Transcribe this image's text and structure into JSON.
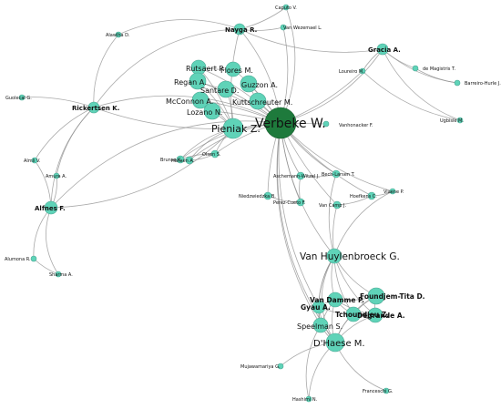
{
  "colors": {
    "background": "#ffffff",
    "edge": "#8c8c8c",
    "node_default": "#5fd3b8",
    "node_hub": "#1e7a3c",
    "node_stroke": "#4aa894"
  },
  "nodes": [
    {
      "id": "verbeke",
      "label": "Verbeke W.",
      "hub": true
    },
    {
      "id": "pieniak",
      "label": "Pieniak Z."
    },
    {
      "id": "vanhuylenbroeck",
      "label": "Van Huylenbroeck G."
    },
    {
      "id": "dhaese",
      "label": "D'Haese M."
    },
    {
      "id": "nayga",
      "label": "Nayga R."
    },
    {
      "id": "gracia",
      "label": "Gracia A."
    },
    {
      "id": "rickertsen",
      "label": "Rickertsen K."
    },
    {
      "id": "alfnes",
      "label": "Alfnes F."
    },
    {
      "id": "rutsaert",
      "label": "Rutsaert P."
    },
    {
      "id": "fores",
      "label": "Flores M."
    },
    {
      "id": "regan",
      "label": "Regan A."
    },
    {
      "id": "guzzon",
      "label": "Guzzon A."
    },
    {
      "id": "santare",
      "label": "Santare D."
    },
    {
      "id": "mcconnon",
      "label": "McConnon A."
    },
    {
      "id": "kuttschreuter",
      "label": "Kuttschreuter M."
    },
    {
      "id": "lozano",
      "label": "Lozano N."
    },
    {
      "id": "vandamme",
      "label": "Van Damme P."
    },
    {
      "id": "foundjem",
      "label": "Foundjem-Tita D."
    },
    {
      "id": "gyau",
      "label": "Gyau A."
    },
    {
      "id": "tchoundjeu",
      "label": "Tchoundjeu Z."
    },
    {
      "id": "degrande",
      "label": "Degrande A."
    },
    {
      "id": "speelman",
      "label": "Speelman S."
    },
    {
      "id": "capuss",
      "label": "Caputo V."
    },
    {
      "id": "vanwezemael",
      "label": "Van Wezemael L."
    },
    {
      "id": "alawlha",
      "label": "Alawlha D."
    },
    {
      "id": "lusk",
      "label": "Loureiro M."
    },
    {
      "id": "demagistris",
      "label": "de Magistris T."
    },
    {
      "id": "barreiro",
      "label": "Barreiro-Hurle J."
    },
    {
      "id": "ugbisie",
      "label": "Ugbisie M."
    },
    {
      "id": "vanhonacker",
      "label": "Vanhonacker F."
    },
    {
      "id": "guolecal",
      "label": "Guolecal G."
    },
    {
      "id": "almli",
      "label": "Almli V."
    },
    {
      "id": "amura",
      "label": "Amura A."
    },
    {
      "id": "hansen",
      "label": "Hansen A."
    },
    {
      "id": "olsen",
      "label": "Olsen S."
    },
    {
      "id": "brunso",
      "label": "Brunsø K."
    },
    {
      "id": "aschemann",
      "label": "Aschemann-Witzel J."
    },
    {
      "id": "bechlarsen",
      "label": "Bech-Larsen T."
    },
    {
      "id": "niedzwiedzka",
      "label": "Niedzwiedzka B."
    },
    {
      "id": "perezcueto",
      "label": "Perez-Cueto F."
    },
    {
      "id": "vancamp",
      "label": "Van Camp J."
    },
    {
      "id": "hoefkens",
      "label": "Hoefkens C."
    },
    {
      "id": "viaene",
      "label": "Viaene P."
    },
    {
      "id": "alumona",
      "label": "Alumona R."
    },
    {
      "id": "sharma",
      "label": "Sharma A."
    },
    {
      "id": "mujawamariya",
      "label": "Mujawamariya G."
    },
    {
      "id": "hashimi",
      "label": "Hashimi N."
    },
    {
      "id": "franceschi",
      "label": "Franceschi G."
    }
  ]
}
